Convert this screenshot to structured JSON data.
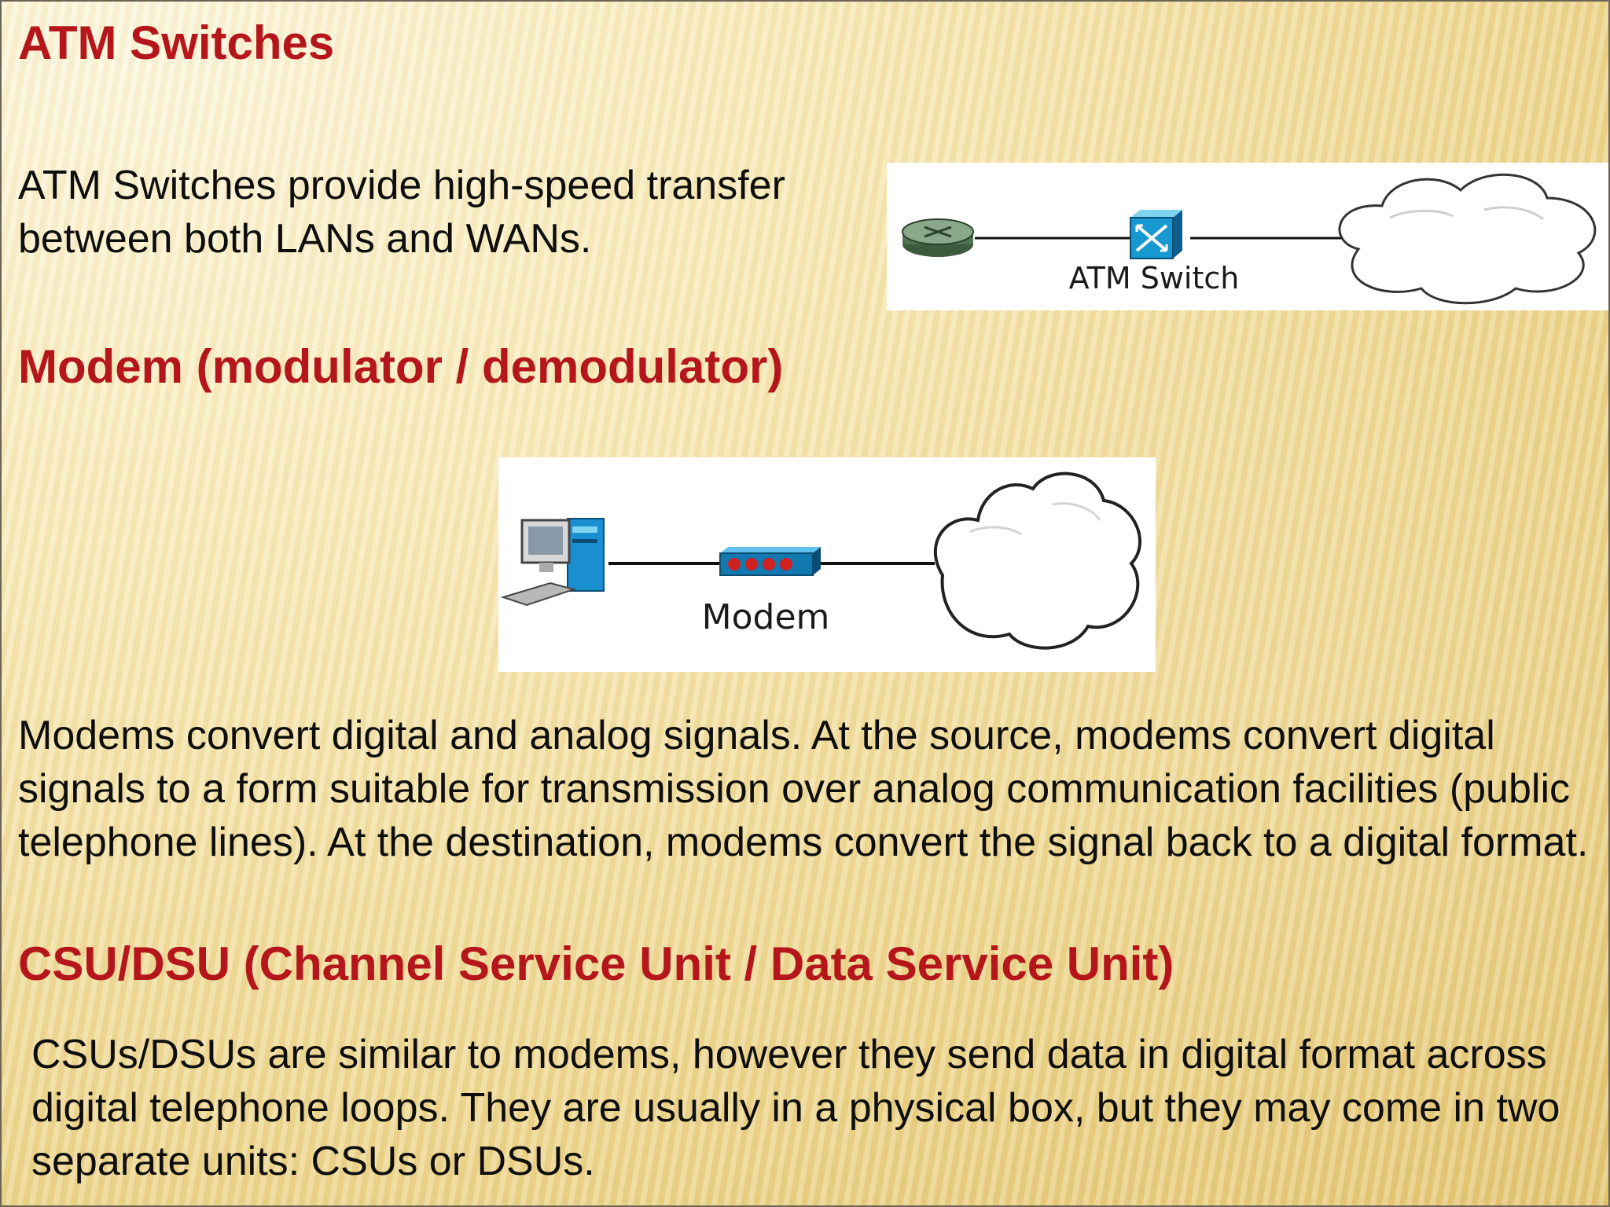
{
  "sections": {
    "atm": {
      "title": "ATM Switches",
      "text": "ATM Switches provide high-speed transfer between both LANs and WANs.",
      "diagram_label": "ATM Switch"
    },
    "modem": {
      "title": "Modem (modulator / demodulator)",
      "diagram_label": "Modem",
      "text": "Modems convert digital and analog signals. At the source, modems convert digital signals to a form suitable for transmission over analog communication facilities (public telephone lines). At the destination, modems convert the signal back to a digital format."
    },
    "csu_dsu": {
      "title": "CSU/DSU (Channel Service Unit / Data Service Unit)",
      "text": "CSUs/DSUs are similar to modems, however they send data in digital format across digital telephone loops. They are usually in a physical box, but they may come in two separate units: CSUs or DSUs."
    }
  },
  "icons": {
    "atm_diagram": [
      "router-icon",
      "atm-switch-icon",
      "cloud-icon"
    ],
    "modem_diagram": [
      "computer-icon",
      "modem-icon",
      "cloud-icon"
    ]
  },
  "colors": {
    "heading": "#b5161b",
    "body_text": "#0e0e0e",
    "background": "#f3e2a2"
  }
}
